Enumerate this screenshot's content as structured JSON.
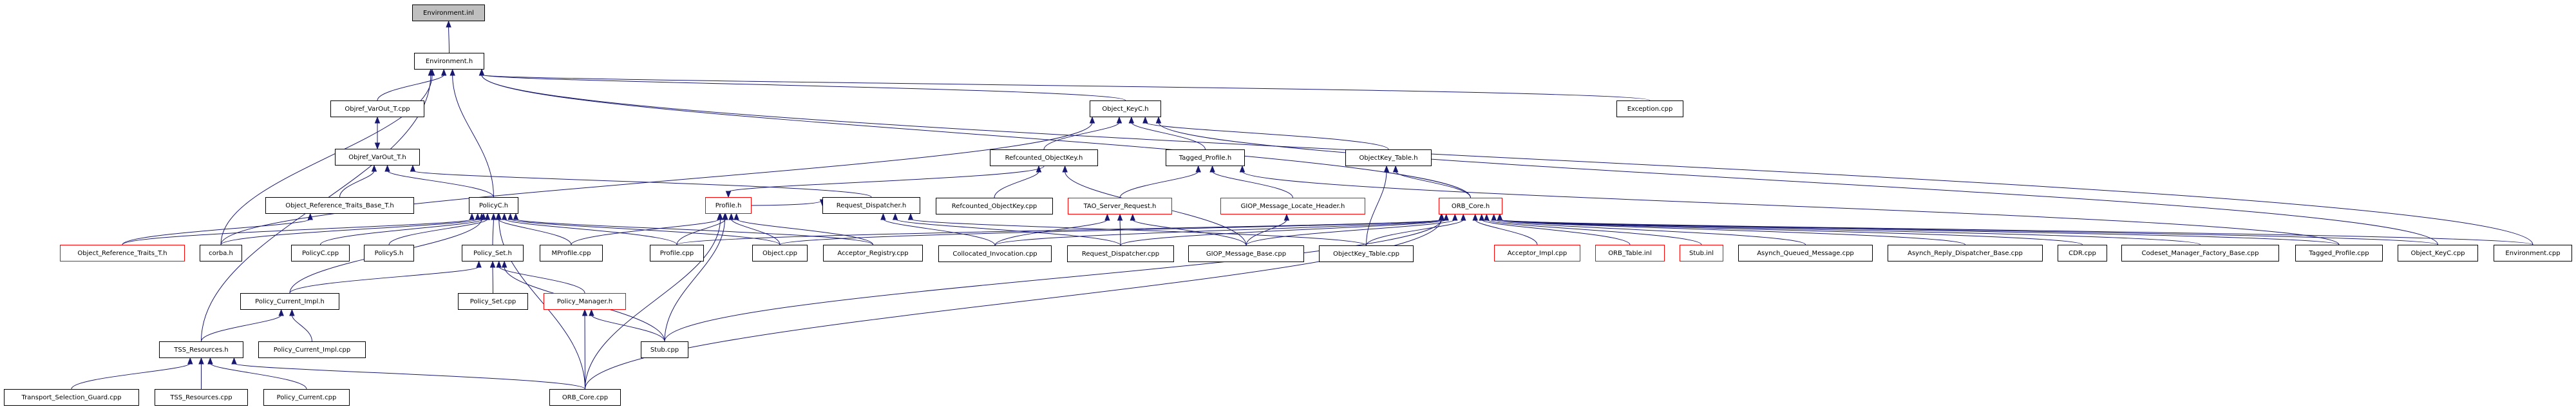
{
  "graph": {
    "title": "Environment.inl included-by dependency graph",
    "colors": {
      "edge": "#191970",
      "node_border": "#000000",
      "truncated_border": "#ff0000",
      "root_fill": "#bfbfbf"
    },
    "nodes": [
      {
        "id": "env_inl",
        "label": "Environment.inl",
        "kind": "root"
      },
      {
        "id": "env_h",
        "label": "Environment.h",
        "kind": "normal"
      },
      {
        "id": "objref_cpp",
        "label": "Objref_VarOut_T.cpp",
        "kind": "normal"
      },
      {
        "id": "objref_h",
        "label": "Objref_VarOut_T.h",
        "kind": "normal"
      },
      {
        "id": "ortb_h",
        "label": "Object_Reference_Traits_Base_T.h",
        "kind": "normal"
      },
      {
        "id": "policyc_h",
        "label": "PolicyC.h",
        "kind": "normal"
      },
      {
        "id": "profile_h",
        "label": "Profile.h",
        "kind": "truncated"
      },
      {
        "id": "reqdisp_h",
        "label": "Request_Dispatcher.h",
        "kind": "normal"
      },
      {
        "id": "objkeyc_h",
        "label": "Object_KeyC.h",
        "kind": "normal"
      },
      {
        "id": "exception_cpp",
        "label": "Exception.cpp",
        "kind": "normal"
      },
      {
        "id": "refobjkey_h",
        "label": "Refcounted_ObjectKey.h",
        "kind": "normal"
      },
      {
        "id": "tagged_h",
        "label": "Tagged_Profile.h",
        "kind": "normal"
      },
      {
        "id": "okt_h",
        "label": "ObjectKey_Table.h",
        "kind": "normal"
      },
      {
        "id": "refobjkey_cpp",
        "label": "Refcounted_ObjectKey.cpp",
        "kind": "normal"
      },
      {
        "id": "tsr_h",
        "label": "TAO_Server_Request.h",
        "kind": "truncated"
      },
      {
        "id": "giop_lh_h",
        "label": "GIOP_Message_Locate_Header.h",
        "kind": "truncated"
      },
      {
        "id": "orbcore_h",
        "label": "ORB_Core.h",
        "kind": "truncated"
      },
      {
        "id": "ort_h",
        "label": "Object_Reference_Traits_T.h",
        "kind": "truncated"
      },
      {
        "id": "corba_h",
        "label": "corba.h",
        "kind": "normal"
      },
      {
        "id": "policyc_cpp",
        "label": "PolicyC.cpp",
        "kind": "normal"
      },
      {
        "id": "policys_h",
        "label": "PolicyS.h",
        "kind": "normal"
      },
      {
        "id": "policyset_h",
        "label": "Policy_Set.h",
        "kind": "normal"
      },
      {
        "id": "mprofile_cpp",
        "label": "MProfile.cpp",
        "kind": "normal"
      },
      {
        "id": "profile_cpp",
        "label": "Profile.cpp",
        "kind": "normal"
      },
      {
        "id": "object_cpp",
        "label": "Object.cpp",
        "kind": "normal"
      },
      {
        "id": "accreg_cpp",
        "label": "Acceptor_Registry.cpp",
        "kind": "normal"
      },
      {
        "id": "colloc_cpp",
        "label": "Collocated_Invocation.cpp",
        "kind": "normal"
      },
      {
        "id": "reqdisp_cpp",
        "label": "Request_Dispatcher.cpp",
        "kind": "normal"
      },
      {
        "id": "giop_base_cpp",
        "label": "GIOP_Message_Base.cpp",
        "kind": "normal"
      },
      {
        "id": "okt_cpp",
        "label": "ObjectKey_Table.cpp",
        "kind": "normal"
      },
      {
        "id": "accimpl_cpp",
        "label": "Acceptor_Impl.cpp",
        "kind": "truncated"
      },
      {
        "id": "orbtable_inl",
        "label": "ORB_Table.inl",
        "kind": "truncated"
      },
      {
        "id": "stub_inl",
        "label": "Stub.inl",
        "kind": "truncated"
      },
      {
        "id": "aqm_cpp",
        "label": "Asynch_Queued_Message.cpp",
        "kind": "normal"
      },
      {
        "id": "ardb_cpp",
        "label": "Asynch_Reply_Dispatcher_Base.cpp",
        "kind": "normal"
      },
      {
        "id": "cdr_cpp",
        "label": "CDR.cpp",
        "kind": "normal"
      },
      {
        "id": "cmfb_cpp",
        "label": "Codeset_Manager_Factory_Base.cpp",
        "kind": "normal"
      },
      {
        "id": "tagged_cpp",
        "label": "Tagged_Profile.cpp",
        "kind": "normal"
      },
      {
        "id": "objkeyc_cpp",
        "label": "Object_KeyC.cpp",
        "kind": "normal"
      },
      {
        "id": "env_cpp",
        "label": "Environment.cpp",
        "kind": "normal"
      },
      {
        "id": "pci_h",
        "label": "Policy_Current_Impl.h",
        "kind": "normal"
      },
      {
        "id": "policyset_cpp",
        "label": "Policy_Set.cpp",
        "kind": "normal"
      },
      {
        "id": "policymgr_h",
        "label": "Policy_Manager.h",
        "kind": "truncated"
      },
      {
        "id": "tss_h",
        "label": "TSS_Resources.h",
        "kind": "normal"
      },
      {
        "id": "pci_cpp",
        "label": "Policy_Current_Impl.cpp",
        "kind": "normal"
      },
      {
        "id": "stub_cpp",
        "label": "Stub.cpp",
        "kind": "normal"
      },
      {
        "id": "tsg_cpp",
        "label": "Transport_Selection_Guard.cpp",
        "kind": "normal"
      },
      {
        "id": "tss_cpp",
        "label": "TSS_Resources.cpp",
        "kind": "normal"
      },
      {
        "id": "pcur_cpp",
        "label": "Policy_Current.cpp",
        "kind": "normal"
      },
      {
        "id": "orbcore_cpp",
        "label": "ORB_Core.cpp",
        "kind": "normal"
      }
    ],
    "edges": [
      [
        "env_h",
        "env_inl"
      ],
      [
        "objref_cpp",
        "env_h"
      ],
      [
        "policyc_h",
        "env_h"
      ],
      [
        "corba_h",
        "env_h"
      ],
      [
        "tss_h",
        "env_h"
      ],
      [
        "objkeyc_h",
        "env_h"
      ],
      [
        "exception_cpp",
        "env_h"
      ],
      [
        "env_cpp",
        "env_h"
      ],
      [
        "orbcore_h",
        "env_h"
      ],
      [
        "objref_h",
        "objref_cpp"
      ],
      [
        "objref_cpp",
        "objref_h"
      ],
      [
        "ortb_h",
        "objref_h"
      ],
      [
        "policyc_h",
        "objref_h"
      ],
      [
        "reqdisp_h",
        "objref_h"
      ],
      [
        "ort_h",
        "ortb_h"
      ],
      [
        "corba_h",
        "policyc_h"
      ],
      [
        "policyc_cpp",
        "policyc_h"
      ],
      [
        "policys_h",
        "policyc_h"
      ],
      [
        "policyset_h",
        "policyc_h"
      ],
      [
        "mprofile_cpp",
        "policyc_h"
      ],
      [
        "profile_cpp",
        "policyc_h"
      ],
      [
        "object_cpp",
        "policyc_h"
      ],
      [
        "accreg_cpp",
        "policyc_h"
      ],
      [
        "pci_h",
        "policyc_h"
      ],
      [
        "orbcore_cpp",
        "policyc_h"
      ],
      [
        "ort_h",
        "policyc_h"
      ],
      [
        "policyset_cpp",
        "policyset_h"
      ],
      [
        "policymgr_h",
        "policyset_h"
      ],
      [
        "stub_cpp",
        "policyset_h"
      ],
      [
        "pci_h",
        "policyset_h"
      ],
      [
        "tss_h",
        "pci_h"
      ],
      [
        "pci_cpp",
        "pci_h"
      ],
      [
        "tsg_cpp",
        "tss_h"
      ],
      [
        "tss_cpp",
        "tss_h"
      ],
      [
        "pcur_cpp",
        "tss_h"
      ],
      [
        "orbcore_cpp",
        "tss_h"
      ],
      [
        "orbcore_cpp",
        "policymgr_h"
      ],
      [
        "stub_cpp",
        "policymgr_h"
      ],
      [
        "mprofile_cpp",
        "profile_h"
      ],
      [
        "profile_cpp",
        "profile_h"
      ],
      [
        "object_cpp",
        "profile_h"
      ],
      [
        "accreg_cpp",
        "profile_h"
      ],
      [
        "stub_cpp",
        "profile_h"
      ],
      [
        "orbcore_cpp",
        "profile_h"
      ],
      [
        "refobjkey_h",
        "profile_h"
      ],
      [
        "profile_h",
        "reqdisp_h"
      ],
      [
        "refobjkey_h",
        "objkeyc_h"
      ],
      [
        "tagged_h",
        "objkeyc_h"
      ],
      [
        "okt_h",
        "objkeyc_h"
      ],
      [
        "objkeyc_cpp",
        "objkeyc_h"
      ],
      [
        "corba_h",
        "objkeyc_h"
      ],
      [
        "refobjkey_cpp",
        "refobjkey_h"
      ],
      [
        "giop_base_cpp",
        "refobjkey_h"
      ],
      [
        "tsr_h",
        "tagged_h"
      ],
      [
        "giop_lh_h",
        "tagged_h"
      ],
      [
        "tagged_cpp",
        "tagged_h"
      ],
      [
        "okt_cpp",
        "okt_h"
      ],
      [
        "orbcore_h",
        "okt_h"
      ],
      [
        "colloc_cpp",
        "tsr_h"
      ],
      [
        "reqdisp_cpp",
        "tsr_h"
      ],
      [
        "giop_base_cpp",
        "tsr_h"
      ],
      [
        "giop_base_cpp",
        "giop_lh_h"
      ],
      [
        "colloc_cpp",
        "reqdisp_h"
      ],
      [
        "reqdisp_cpp",
        "reqdisp_h"
      ],
      [
        "okt_cpp",
        "reqdisp_h"
      ],
      [
        "accimpl_cpp",
        "orbcore_h"
      ],
      [
        "orbtable_inl",
        "orbcore_h"
      ],
      [
        "stub_inl",
        "orbcore_h"
      ],
      [
        "aqm_cpp",
        "orbcore_h"
      ],
      [
        "ardb_cpp",
        "orbcore_h"
      ],
      [
        "cdr_cpp",
        "orbcore_h"
      ],
      [
        "cmfb_cpp",
        "orbcore_h"
      ],
      [
        "tagged_cpp",
        "orbcore_h"
      ],
      [
        "objkeyc_cpp",
        "orbcore_h"
      ],
      [
        "env_cpp",
        "orbcore_h"
      ],
      [
        "colloc_cpp",
        "orbcore_h"
      ],
      [
        "reqdisp_cpp",
        "orbcore_h"
      ],
      [
        "giop_base_cpp",
        "orbcore_h"
      ],
      [
        "okt_cpp",
        "orbcore_h"
      ],
      [
        "stub_cpp",
        "orbcore_h"
      ],
      [
        "orbcore_cpp",
        "orbcore_h"
      ],
      [
        "object_cpp",
        "orbcore_h"
      ],
      [
        "profile_cpp",
        "orbcore_h"
      ]
    ]
  }
}
